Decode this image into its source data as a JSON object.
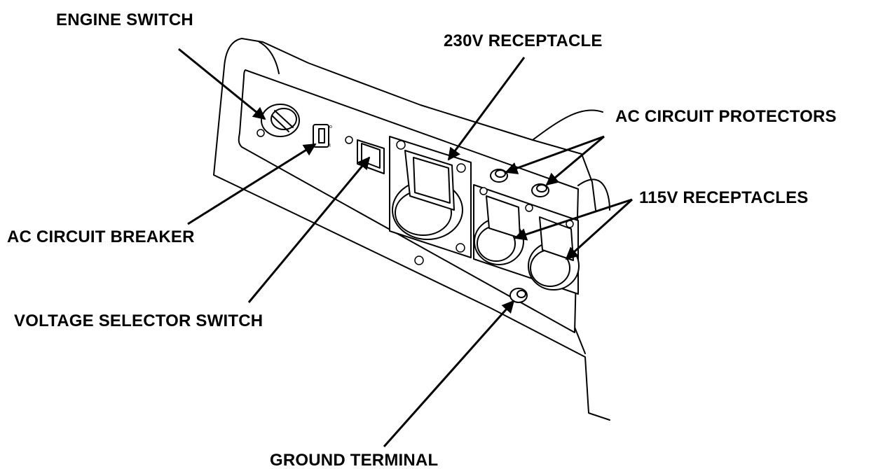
{
  "labels": {
    "engine_switch": "ENGINE SWITCH",
    "receptacle_230v": "230V RECEPTACLE",
    "ac_circuit_protectors": "AC CIRCUIT PROTECTORS",
    "receptacles_115v": "115V RECEPTACLES",
    "ac_circuit_breaker": "AC CIRCUIT BREAKER",
    "voltage_selector_switch": "VOLTAGE SELECTOR SWITCH",
    "ground_terminal": "GROUND TERMINAL"
  },
  "colors": {
    "line": "#000000",
    "background": "#ffffff"
  }
}
